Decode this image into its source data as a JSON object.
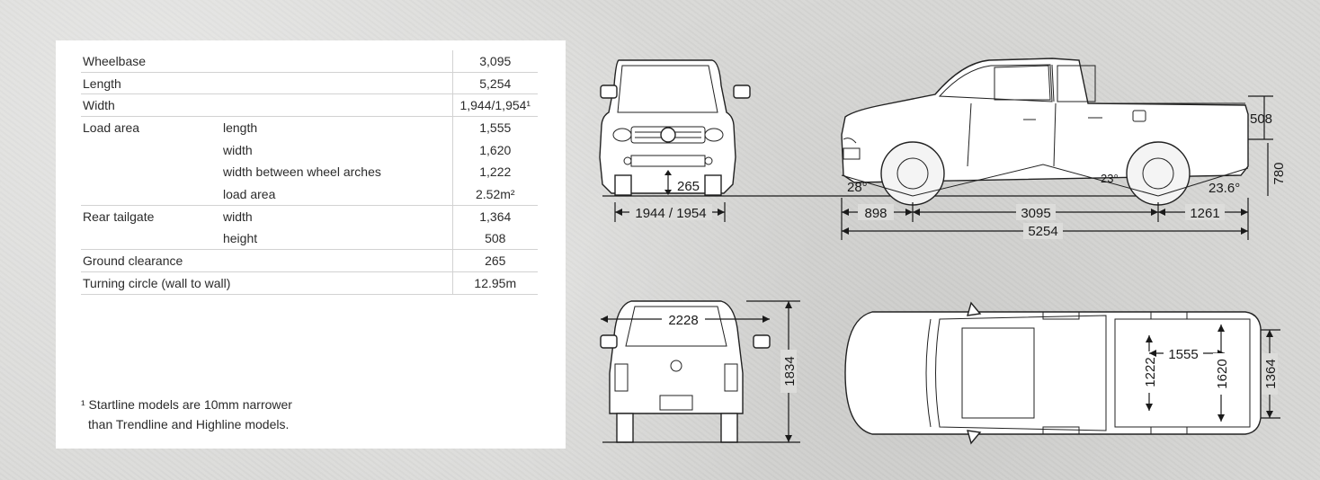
{
  "specs": [
    {
      "label": "Wheelbase",
      "sub": "",
      "value": "3,095"
    },
    {
      "label": "Length",
      "sub": "",
      "value": "5,254"
    },
    {
      "label": "Width",
      "sub": "",
      "value": "1,944/1,954¹"
    },
    {
      "label": "Load area",
      "sub": "length",
      "value": "1,555"
    },
    {
      "label": "",
      "sub": "width",
      "value": "1,620"
    },
    {
      "label": "",
      "sub": "width between wheel arches",
      "value": "1,222"
    },
    {
      "label": "",
      "sub": "load area",
      "value": "2.52m²"
    },
    {
      "label": "Rear tailgate",
      "sub": "width",
      "value": "1,364"
    },
    {
      "label": "",
      "sub": "height",
      "value": "508"
    },
    {
      "label": "Ground clearance",
      "sub": "",
      "value": "265"
    },
    {
      "label": "Turning circle (wall to wall)",
      "sub": "",
      "value": "12.95m"
    }
  ],
  "footnote": {
    "line1": "¹ Startline models are 10mm narrower",
    "line2": "than Trendline and Highline models."
  },
  "dims": {
    "front_clearance": "265",
    "front_width": "1944 / 1954",
    "tailgate_height": "508",
    "side_height": "780",
    "approach_angle": "28°",
    "ramp_angle": "23°",
    "departure_angle": "23.6°",
    "front_overhang": "898",
    "wheelbase": "3095",
    "rear_overhang": "1261",
    "overall_length": "5254",
    "mirror_width": "2228",
    "overall_height": "1834",
    "wheel_arch_width": "1222",
    "load_length": "1555",
    "load_width": "1620",
    "tailgate_width": "1364"
  }
}
